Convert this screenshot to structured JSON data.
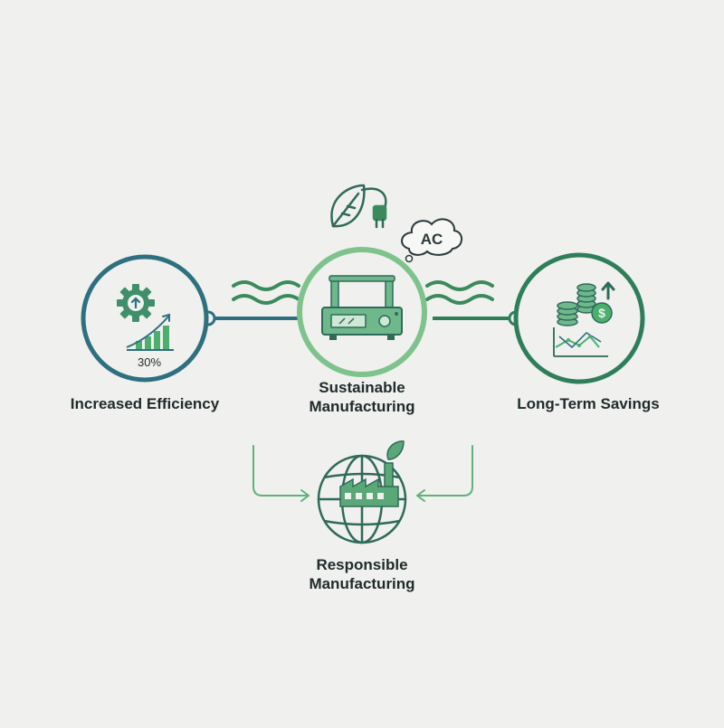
{
  "nodes": {
    "efficiency": {
      "label": "Increased Efficiency",
      "badge": "30%",
      "icon": "gear-growth-chart-icon",
      "color": "#2e6f80"
    },
    "sustainable": {
      "label_line1": "Sustainable",
      "label_line2": "Manufacturing",
      "bubble_text": "AC",
      "icon": "machine-icon",
      "color": "#7ec28c"
    },
    "savings": {
      "label": "Long-Term Savings",
      "icon": "coins-dollar-chart-icon",
      "color": "#2f7e5a"
    },
    "responsible": {
      "label_line1": "Responsible",
      "label_line2": "Manufacturing",
      "icon": "globe-factory-icon",
      "color": "#2f6a5a"
    }
  },
  "decorations": {
    "top_icon": "leaf-plug-icon",
    "wave_icon": "wave-icon"
  },
  "colors": {
    "background": "#f0f0ee",
    "dark_teal": "#2e6f80",
    "green": "#4caf6e",
    "light_green": "#7ec28c",
    "text": "#1f2a2a"
  }
}
